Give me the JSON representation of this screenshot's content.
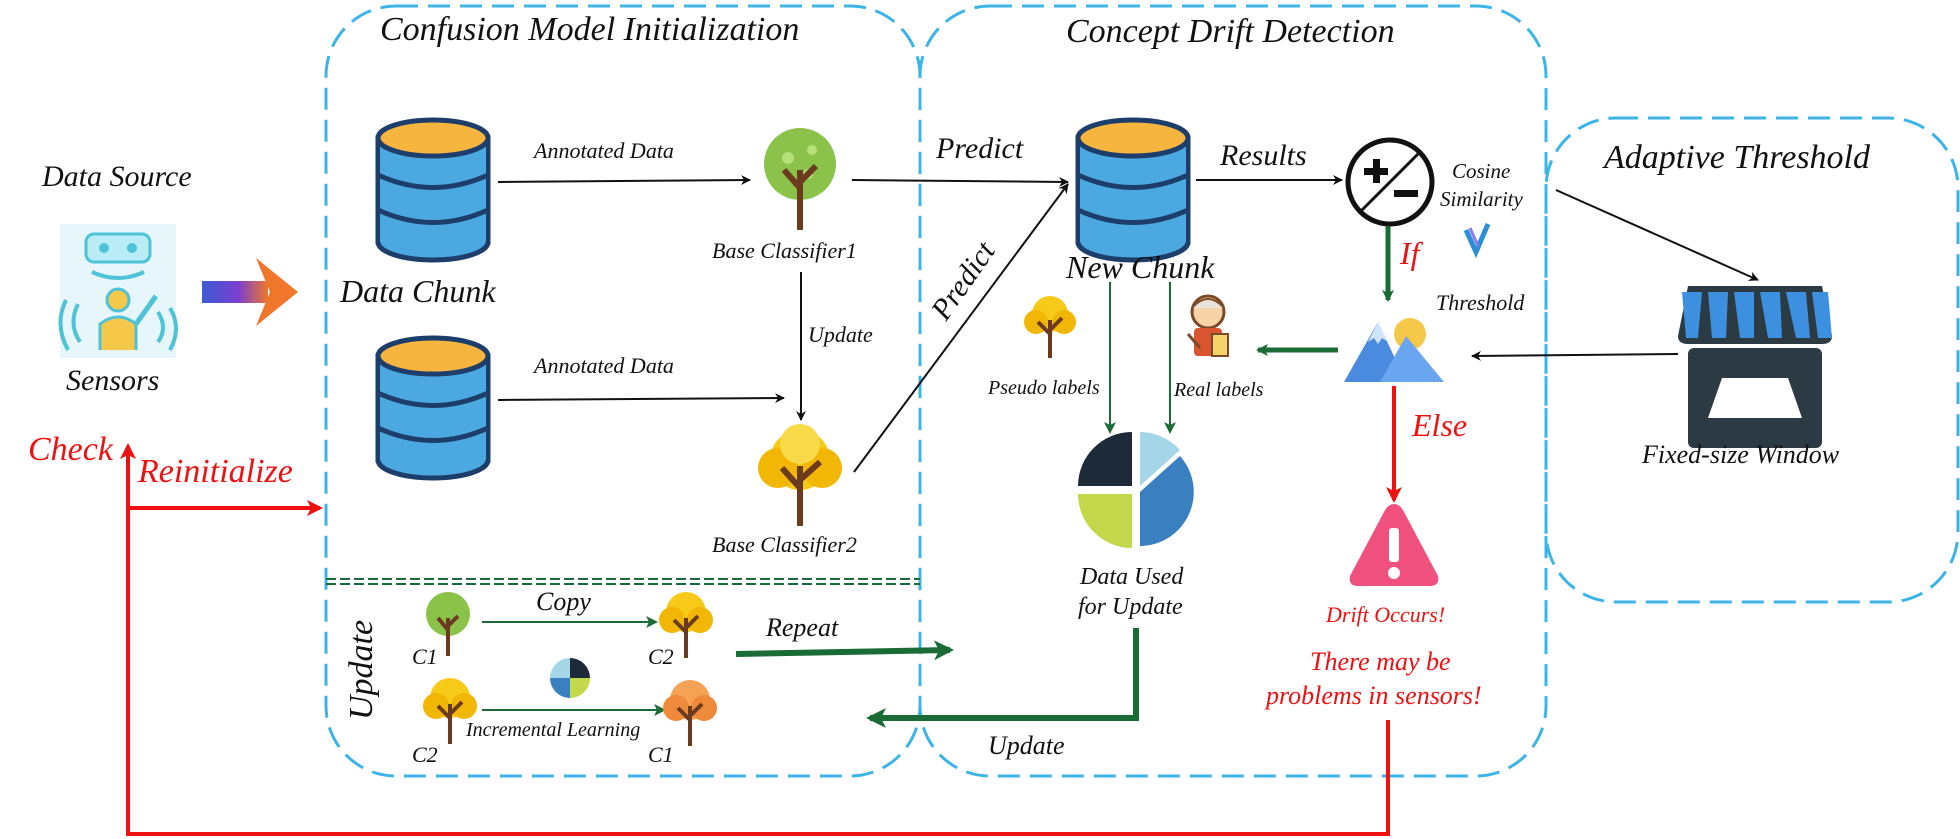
{
  "sections": {
    "confusion_title": "Confusion Model Initialization",
    "drift_title": "Concept Drift Detection",
    "adaptive_title": "Adaptive Threshold",
    "update_title": "Update"
  },
  "source": {
    "title": "Data Source",
    "sensors_label": "Sensors",
    "check_label": "Check",
    "reinit_label": "Reinitialize"
  },
  "init": {
    "data_chunk_label": "Data Chunk",
    "annotated_top": "Annotated Data",
    "annotated_bottom": "Annotated Data",
    "base1_label": "Base Classifier1",
    "base2_label": "Base Classifier2",
    "update_label": "Update",
    "predict_top": "Predict",
    "predict_diag": "Predict"
  },
  "update_box": {
    "c1_top": "C1",
    "c2_top": "C2",
    "c2_bottom": "C2",
    "c1_bottom": "C1",
    "copy_label": "Copy",
    "incremental_label": "Incremental Learning",
    "repeat_label": "Repeat",
    "update_bottom": "Update"
  },
  "drift": {
    "new_chunk_label": "New Chunk",
    "results_label": "Results",
    "cosine_line1": "Cosine",
    "cosine_line2": "Similarity",
    "if_label": "If",
    "threshold_label": "Threshold",
    "pseudo_label": "Pseudo labels",
    "real_label": "Real labels",
    "data_used_line1": "Data Used",
    "data_used_line2": "for Update",
    "else_label": "Else",
    "drift_occurs": "Drift Occurs!",
    "problems_line1": "There may be",
    "problems_line2": "problems in sensors!"
  },
  "adaptive": {
    "window_label": "Fixed-size Window"
  },
  "colors": {
    "dash_box": "#3cb4e8",
    "db_body": "#4ba8e0",
    "db_top": "#f5b53f",
    "green_arrow": "#1a6b35",
    "red_arrow": "#ee1111"
  }
}
